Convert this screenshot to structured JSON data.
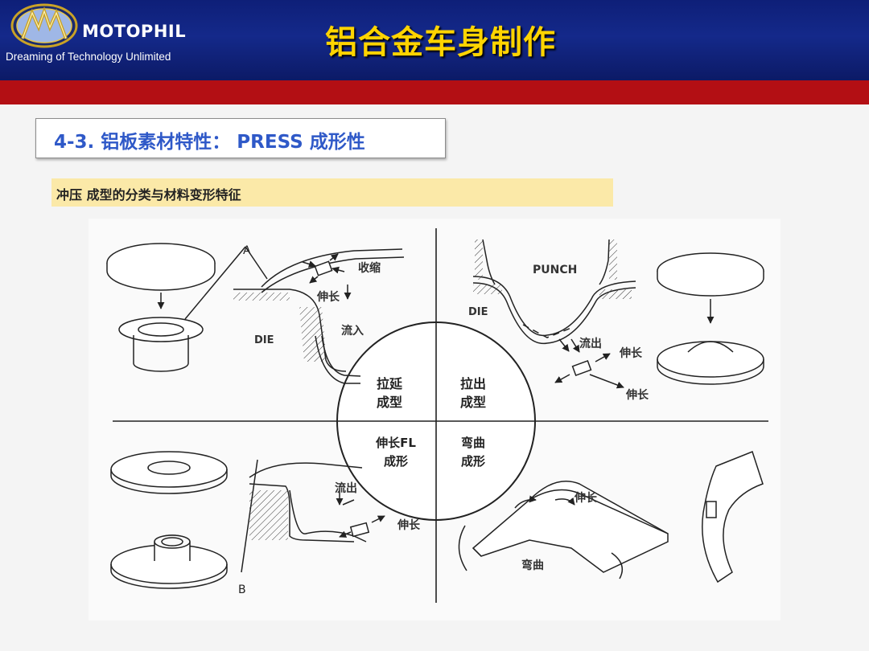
{
  "header": {
    "brand": "MOTOPHIL",
    "tagline": "Dreaming of Technology Unlimited",
    "deck_title": "铝合金车身制作",
    "logo_icon": "motophil-emblem-icon"
  },
  "section": {
    "title": "4-3. 铝板素材特性： PRESS 成形性"
  },
  "banner": {
    "text": "冲压 成型的分类与材料变形特征"
  },
  "figure": {
    "center_labels": {
      "drawing": [
        "拉延",
        "成型"
      ],
      "stretch": [
        "拉出",
        "成型"
      ],
      "flange": [
        "伸长FL",
        "成形"
      ],
      "bending": [
        "弯曲",
        "成形"
      ]
    },
    "top_left": {
      "label_a": "A",
      "shrink": "收缩",
      "stretch": "伸长",
      "inflow": "流入",
      "die": "DIE"
    },
    "top_right": {
      "punch": "PUNCH",
      "die": "DIE",
      "outflow": "流出",
      "stretch_1": "伸长",
      "stretch_2": "伸长"
    },
    "bottom_left": {
      "outflow": "流出",
      "stretch": "伸长",
      "label_b": "B"
    },
    "bottom_right": {
      "stretch": "伸长",
      "bend": "弯曲"
    }
  },
  "colors": {
    "header_blue": "#14298a",
    "accent_red": "#b30f14",
    "title_yellow": "#ffd400",
    "section_blue": "#2f59c8",
    "banner_yellow": "#fbe9a8"
  }
}
